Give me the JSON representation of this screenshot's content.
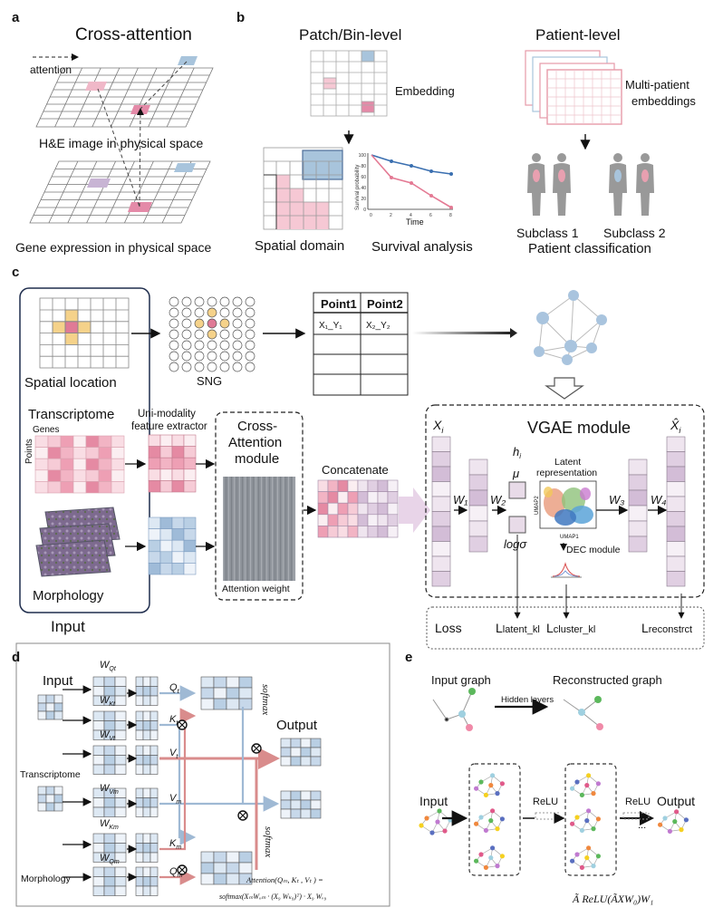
{
  "panel_a": {
    "letter": "a",
    "title": "Cross-attention",
    "attention_label": "attention",
    "he_label": "H&E image in physical space",
    "gene_label": "Gene expression in physical space"
  },
  "panel_b": {
    "letter": "b",
    "patch_title": "Patch/Bin-level",
    "embedding_label": "Embedding",
    "spatial_domain": "Spatial domain",
    "survival_analysis": "Survival analysis",
    "survival_ylabel": "Survival probability",
    "survival_xlabel": "Time",
    "survival_xticks": [
      "0",
      "2",
      "4",
      "6",
      "8"
    ],
    "survival_yticks": [
      "0",
      "20",
      "40",
      "60",
      "80",
      "100"
    ],
    "patient_title": "Patient-level",
    "multi_patient_1": "Multi-patient",
    "multi_patient_2": "embeddings",
    "subclass1": "Subclass 1",
    "subclass2": "Subclass 2",
    "patient_classification": "Patient classification"
  },
  "panel_c": {
    "letter": "c",
    "spatial_location": "Spatial location",
    "sng": "SNG",
    "table_h1": "Point1",
    "table_h2": "Point2",
    "table_c1": "X₁_Y₁",
    "table_c2": "X₂_Y₂",
    "transcriptome": "Transcriptome",
    "genes": "Genes",
    "points": "Points",
    "uni_modality_1": "Uni-modality",
    "uni_modality_2": "feature extractor",
    "cross_attention_1": "Cross-",
    "cross_attention_2": "Attention",
    "cross_attention_3": "module",
    "attention_weight": "Attention weight",
    "concatenate": "Concatenate",
    "morphology": "Morphology",
    "input": "Input",
    "vgae_module": "VGAE module",
    "xi": "X",
    "xi_sub": "i",
    "xhat": "X̂",
    "w1": "W₁",
    "w2": "W₂",
    "w3": "W₃",
    "w4": "W₄",
    "hi": "h",
    "mu": "μ",
    "logsigma": "logσ",
    "latent_1": "Latent",
    "latent_2": "representation",
    "umap1": "UMAP1",
    "umap2": "UMAP2",
    "dec_module": "DEC module",
    "loss": "Loss",
    "l_latent": "latent_kl",
    "l_cluster": "cluster_kl",
    "l_recon": "reconstrct",
    "l_prefix": "L"
  },
  "panel_d": {
    "letter": "d",
    "input": "Input",
    "transcriptome": "Transcriptome",
    "morphology": "Morphology",
    "output": "Output",
    "softmax": "softmax",
    "wqt": "W",
    "wqt_sub": "Qt",
    "wkt_sub": "Kt",
    "wvt_sub": "Vt",
    "wvm_sub": "Vm",
    "wkm_sub": "Km",
    "wqm_sub": "Qm",
    "qt": "Q",
    "qt_sub": "t",
    "kt": "K",
    "kt_sub": "t",
    "vt": "V",
    "vt_sub": "t",
    "vm": "V",
    "vm_sub": "m",
    "km": "K",
    "km_sub": "m",
    "qm": "Q",
    "qm_sub": "m",
    "formula_1": "Attention(Qₘ, Kₜ , Vₜ ) =",
    "formula_2": "softmax(XₘWₒₘ · (X₉ Wₖ₉)ᵀ) · X₉  Wᵥ₉"
  },
  "panel_e": {
    "letter": "e",
    "input_graph": "Input graph",
    "reconstructed_graph": "Reconstructed graph",
    "hidden_layers": "Hidden layers",
    "input": "Input",
    "relu1": "ReLU",
    "relu2": "ReLU",
    "output": "Output",
    "dots": "...",
    "formula": "Ã ReLU(ÃXW₀)W₁"
  }
}
